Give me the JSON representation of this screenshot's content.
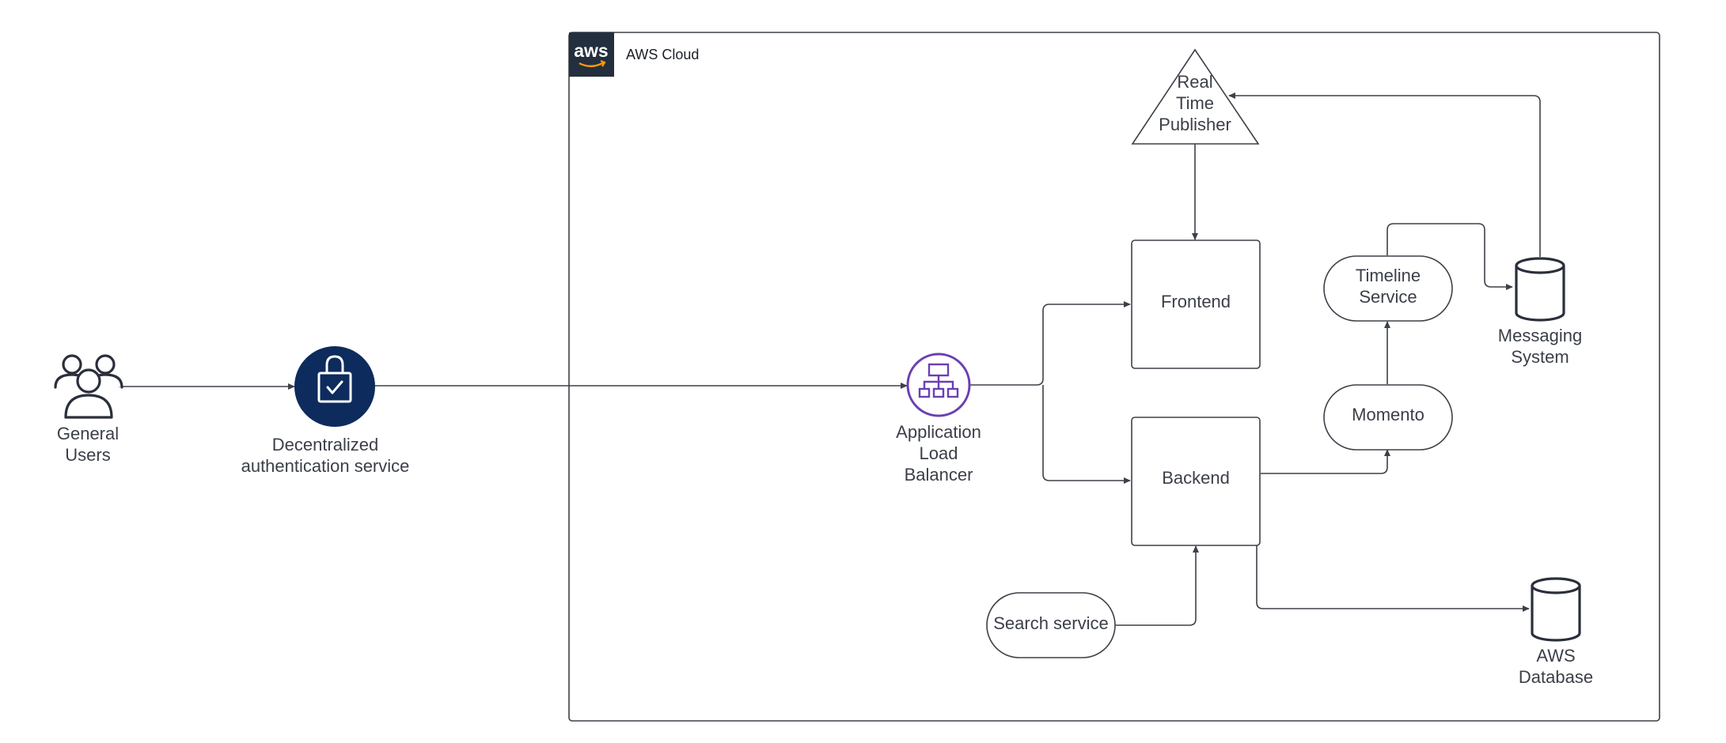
{
  "diagram": {
    "cloud": {
      "label": "AWS Cloud",
      "logo_text": "aws"
    },
    "nodes": {
      "users": {
        "label_lines": [
          "General",
          "Users"
        ],
        "icon": "users-icon"
      },
      "auth": {
        "label_lines": [
          "Decentralized",
          "authentication service"
        ],
        "icon": "lock-check-icon"
      },
      "alb": {
        "label_lines": [
          "Application",
          "Load",
          "Balancer"
        ],
        "icon": "load-balancer-icon"
      },
      "publisher": {
        "label_lines": [
          "Real",
          "Time",
          "Publisher"
        ]
      },
      "frontend": {
        "label": "Frontend"
      },
      "backend": {
        "label": "Backend"
      },
      "timeline": {
        "label_lines": [
          "Timeline",
          "Service"
        ]
      },
      "momento": {
        "label": "Momento"
      },
      "search": {
        "label": "Search service"
      },
      "messaging": {
        "label_lines": [
          "Messaging",
          "System"
        ],
        "icon": "cylinder-icon"
      },
      "database": {
        "label_lines": [
          "AWS",
          "Database"
        ],
        "icon": "cylinder-icon"
      }
    },
    "colors": {
      "auth_fill": "#0d2b5c",
      "alb_accent": "#6b3fb3",
      "aws_logo_bg": "#232f3e",
      "line": "#3d4048"
    }
  }
}
